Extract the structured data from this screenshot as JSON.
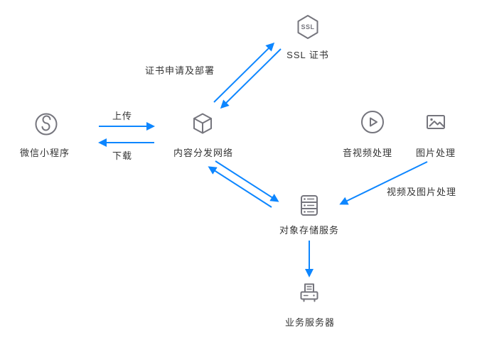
{
  "diagram": {
    "colors": {
      "accent": "#0d86ff",
      "icon": "#75757d",
      "text": "#333333",
      "bg": "#ffffff"
    },
    "nodes": {
      "wechat": {
        "label": "微信小程序"
      },
      "cdn": {
        "label": "内容分发网络"
      },
      "ssl": {
        "label": "SSL 证书",
        "badge": "SSL"
      },
      "av": {
        "label": "音视频处理"
      },
      "img": {
        "label": "图片处理"
      },
      "storage": {
        "label": "对象存储服务"
      },
      "server": {
        "label": "业务服务器"
      }
    },
    "edges": {
      "upload": {
        "label": "上传",
        "direction": "wechat-to-cdn"
      },
      "download": {
        "label": "下载",
        "direction": "cdn-to-wechat"
      },
      "cert": {
        "label": "证书申请及部署",
        "direction": "cdn-both-ssl"
      },
      "cdn_storage": {
        "label": "",
        "direction": "cdn-both-storage"
      },
      "media": {
        "label": "视频及图片处理",
        "direction": "processing-to-storage"
      },
      "storage_server": {
        "label": "",
        "direction": "storage-to-server"
      }
    }
  }
}
